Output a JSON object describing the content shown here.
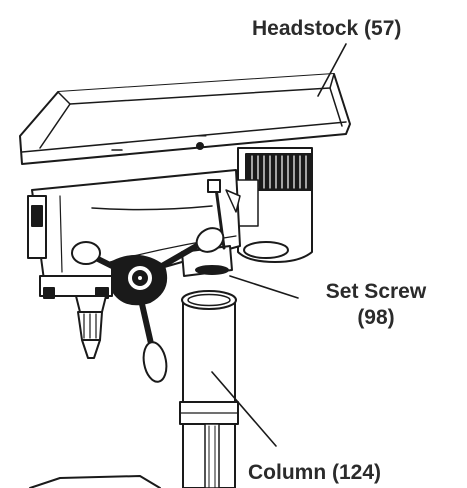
{
  "labels": {
    "headstock": "Headstock (57)",
    "set_screw_line1": "Set Screw",
    "set_screw_line2": "(98)",
    "column": "Column (124)"
  },
  "colors": {
    "ink": "#1a1a1a",
    "label": "#2b2b2b",
    "paper": "#ffffff"
  }
}
